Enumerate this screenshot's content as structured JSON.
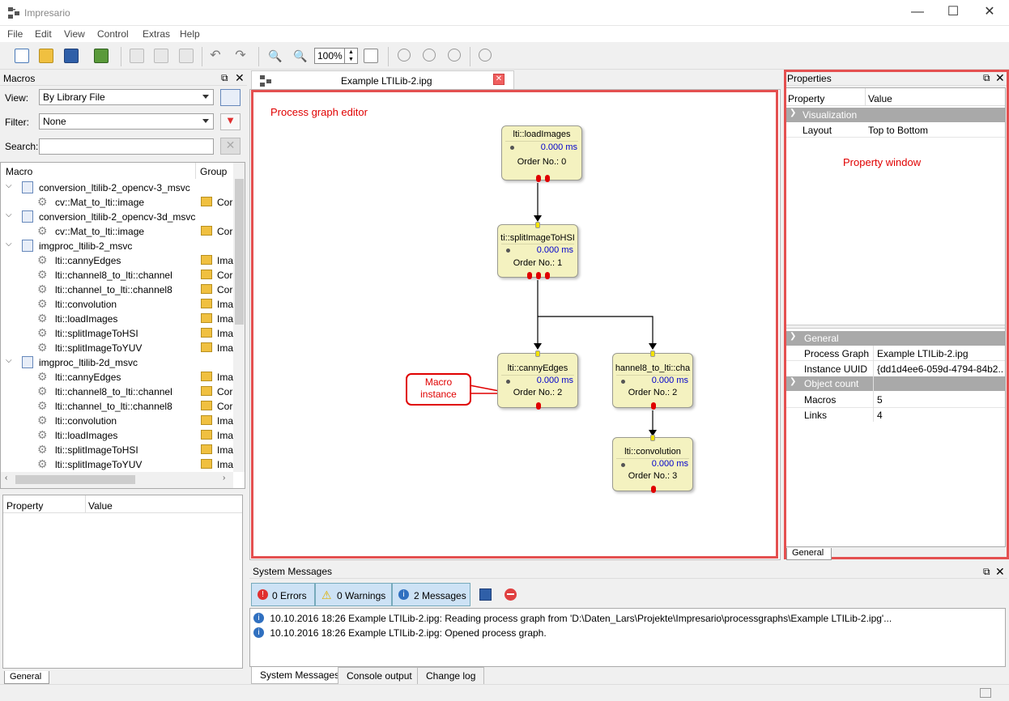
{
  "window": {
    "title": "Impresario",
    "minimize": "—",
    "maximize": "☐",
    "close": "✕"
  },
  "menu": [
    "File",
    "Edit",
    "View",
    "Control",
    "Extras",
    "Help"
  ],
  "toolbar": {
    "zoom": "100%"
  },
  "macros_dock": {
    "title": "Macros",
    "view_label": "View:",
    "view_value": "By Library File",
    "filter_label": "Filter:",
    "filter_value": "None",
    "search_label": "Search:",
    "search_value": "",
    "col_macro": "Macro",
    "col_group": "Group",
    "tree": [
      {
        "level": 0,
        "text": "conversion_ltilib-2_opencv-3_msvc",
        "group": ""
      },
      {
        "level": 1,
        "text": "cv::Mat_to_lti::image",
        "group": "Cor"
      },
      {
        "level": 0,
        "text": "conversion_ltilib-2_opencv-3d_msvc",
        "group": ""
      },
      {
        "level": 1,
        "text": "cv::Mat_to_lti::image",
        "group": "Cor"
      },
      {
        "level": 0,
        "text": "imgproc_ltilib-2_msvc",
        "group": ""
      },
      {
        "level": 1,
        "text": "lti::cannyEdges",
        "group": "Ima"
      },
      {
        "level": 1,
        "text": "lti::channel8_to_lti::channel",
        "group": "Cor"
      },
      {
        "level": 1,
        "text": "lti::channel_to_lti::channel8",
        "group": "Cor"
      },
      {
        "level": 1,
        "text": "lti::convolution",
        "group": "Ima"
      },
      {
        "level": 1,
        "text": "lti::loadImages",
        "group": "Ima"
      },
      {
        "level": 1,
        "text": "lti::splitImageToHSI",
        "group": "Ima"
      },
      {
        "level": 1,
        "text": "lti::splitImageToYUV",
        "group": "Ima"
      },
      {
        "level": 0,
        "text": "imgproc_ltilib-2d_msvc",
        "group": ""
      },
      {
        "level": 1,
        "text": "lti::cannyEdges",
        "group": "Ima"
      },
      {
        "level": 1,
        "text": "lti::channel8_to_lti::channel",
        "group": "Cor"
      },
      {
        "level": 1,
        "text": "lti::channel_to_lti::channel8",
        "group": "Cor"
      },
      {
        "level": 1,
        "text": "lti::convolution",
        "group": "Ima"
      },
      {
        "level": 1,
        "text": "lti::loadImages",
        "group": "Ima"
      },
      {
        "level": 1,
        "text": "lti::splitImageToHSI",
        "group": "Ima"
      },
      {
        "level": 1,
        "text": "lti::splitImageToYUV",
        "group": "Ima"
      }
    ],
    "prop_col_property": "Property",
    "prop_col_value": "Value",
    "tab_general": "General"
  },
  "editor": {
    "tab_title": "Example LTILib-2.ipg",
    "annotation_editor": "Process graph editor",
    "annotation_macro": "Macro instance",
    "nodes": [
      {
        "title": "lti::loadImages",
        "ms": "0.000 ms",
        "order": "Order No.: 0"
      },
      {
        "title": "ti::splitImageToHSI",
        "ms": "0.000 ms",
        "order": "Order No.: 1"
      },
      {
        "title": "lti::cannyEdges",
        "ms": "0.000 ms",
        "order": "Order No.: 2"
      },
      {
        "title": "hannel8_to_lti::cha",
        "ms": "0.000 ms",
        "order": "Order No.: 2"
      },
      {
        "title": "lti::convolution",
        "ms": "0.000 ms",
        "order": "Order No.: 3"
      }
    ]
  },
  "properties_dock": {
    "title": "Properties",
    "col_property": "Property",
    "col_value": "Value",
    "section_visualization": "Visualization",
    "layout_label": "Layout",
    "layout_value": "Top to Bottom",
    "annotation": "Property window",
    "section_general": "General",
    "process_graph_label": "Process Graph",
    "process_graph_value": "Example LTILib-2.ipg",
    "instance_uuid_label": "Instance UUID",
    "instance_uuid_value": "{dd1d4ee6-059d-4794-84b2...",
    "section_object_count": "Object count",
    "macros_label": "Macros",
    "macros_value": "5",
    "links_label": "Links",
    "links_value": "4",
    "tab_general": "General"
  },
  "messages_dock": {
    "title": "System Messages",
    "errors": "0 Errors",
    "warnings": "0 Warnings",
    "messages": "2 Messages",
    "log": [
      "10.10.2016 18:26  Example LTILib-2.ipg: Reading process graph from 'D:\\Daten_Lars\\Projekte\\Impresario\\processgraphs\\Example LTILib-2.ipg'...",
      "10.10.2016 18:26  Example LTILib-2.ipg: Opened process graph."
    ],
    "tabs": [
      "System Messages",
      "Console output",
      "Change log"
    ]
  },
  "colors": {
    "annotation_red": "#e00000",
    "node_bg": "#f4f2c0",
    "ms_blue": "#0000cc",
    "section_gray": "#a9a9a9"
  }
}
